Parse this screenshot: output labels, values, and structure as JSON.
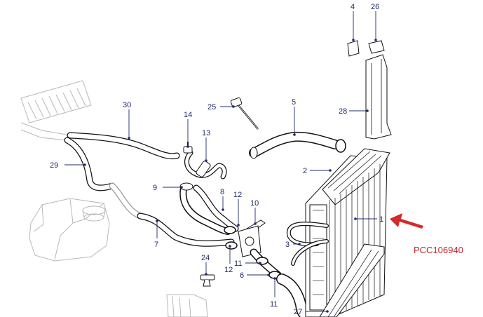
{
  "diagram": {
    "callouts": [
      {
        "id": "c1",
        "text": "1"
      },
      {
        "id": "c2",
        "text": "2"
      },
      {
        "id": "c3",
        "text": "3"
      },
      {
        "id": "c4",
        "text": "4"
      },
      {
        "id": "c5",
        "text": "5"
      },
      {
        "id": "c6",
        "text": "6"
      },
      {
        "id": "c7",
        "text": "7"
      },
      {
        "id": "c8",
        "text": "8"
      },
      {
        "id": "c9",
        "text": "9"
      },
      {
        "id": "c10",
        "text": "10"
      },
      {
        "id": "c11a",
        "text": "11"
      },
      {
        "id": "c11b",
        "text": "11"
      },
      {
        "id": "c12a",
        "text": "12"
      },
      {
        "id": "c12b",
        "text": "12"
      },
      {
        "id": "c13",
        "text": "13"
      },
      {
        "id": "c14",
        "text": "14"
      },
      {
        "id": "c24",
        "text": "24"
      },
      {
        "id": "c25",
        "text": "25"
      },
      {
        "id": "c26",
        "text": "26"
      },
      {
        "id": "c27",
        "text": "27"
      },
      {
        "id": "c28",
        "text": "28"
      },
      {
        "id": "c29",
        "text": "29"
      },
      {
        "id": "c30",
        "text": "30"
      }
    ],
    "reference_code": "PCC106940",
    "colors": {
      "callout": "#1f2a6b",
      "code": "#c0262c",
      "arrow": "#d42a2a",
      "part_outline": "#111111",
      "context_outline": "#b8b8b8"
    }
  }
}
